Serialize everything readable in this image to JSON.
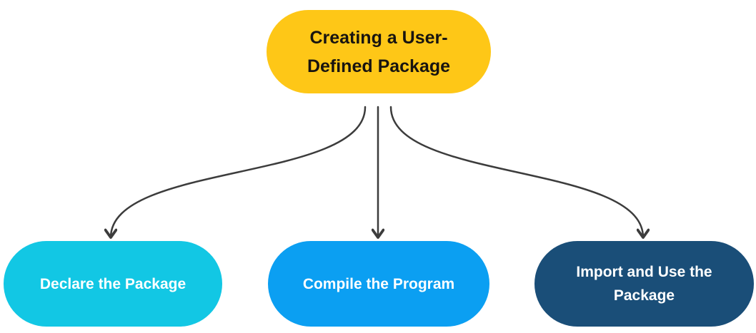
{
  "colors": {
    "background": "#ffffff",
    "root-fill": "#fec717",
    "root-text": "#181410",
    "child1-fill": "#12c7e4",
    "child2-fill": "#0b9ff2",
    "child3-fill": "#1a4e78",
    "child-text": "#ffffff",
    "arrow": "#3c3c3c"
  },
  "diagram": {
    "title_node": {
      "label": "Creating a User-Defined Package"
    },
    "step_nodes": [
      {
        "label": "Declare the Package"
      },
      {
        "label": "Compile the Program"
      },
      {
        "label": "Import and Use the Package"
      }
    ],
    "edges": [
      {
        "from": "Creating a User-Defined Package",
        "to": "Declare the Package"
      },
      {
        "from": "Creating a User-Defined Package",
        "to": "Compile the Program"
      },
      {
        "from": "Creating a User-Defined Package",
        "to": "Import and Use the Package"
      }
    ]
  }
}
